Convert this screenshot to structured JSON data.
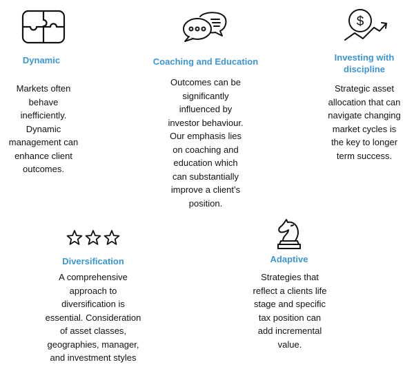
{
  "theme": {
    "accent": "#3b95d6",
    "text": "#111111",
    "icon_stroke": "#111111"
  },
  "features": [
    {
      "icon": "puzzle-icon",
      "title": "Dynamic",
      "lines": [
        "Markets often",
        "behave",
        "inefficiently.",
        "Dynamic",
        "management can",
        "enhance client",
        "outcomes."
      ]
    },
    {
      "icon": "chat-bubbles-icon",
      "title": "Coaching and Education",
      "lines": [
        "Outcomes can be",
        "significantly",
        "influenced by",
        "investor behaviour.",
        "Our emphasis lies",
        "on coaching and",
        "education which",
        "can substantially",
        "improve a client’s",
        "position."
      ]
    },
    {
      "icon": "dollar-growth-icon",
      "title_lines": [
        "Investing with",
        "discipline"
      ],
      "lines": [
        "Strategic asset",
        "allocation that can",
        "navigate changing",
        "market cycles is",
        "the key to longer",
        "term success."
      ]
    },
    {
      "icon": "three-stars-icon",
      "title": "Diversification",
      "lines": [
        "A comprehensive",
        "approach to",
        "diversification is",
        "essential. Consideration",
        "of asset classes,",
        "geographies, manager,",
        "and investment styles"
      ]
    },
    {
      "icon": "chess-knight-icon",
      "title": "Adaptive",
      "lines": [
        "Strategies that",
        "reflect a clients life",
        "stage and specific",
        "tax position can",
        "add incremental",
        "value."
      ]
    }
  ]
}
